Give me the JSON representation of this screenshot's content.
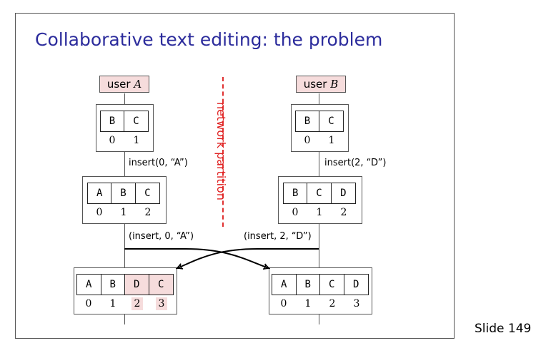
{
  "slide": {
    "title": "Collaborative text editing: the problem",
    "number_label": "Slide 149"
  },
  "partition_label": "network partition",
  "users": {
    "a": {
      "prefix": "user",
      "var": "A"
    },
    "b": {
      "prefix": "user",
      "var": "B"
    }
  },
  "docs": {
    "a1": {
      "chars": [
        "B",
        "C"
      ],
      "indices": [
        "0",
        "1"
      ]
    },
    "b1": {
      "chars": [
        "B",
        "C"
      ],
      "indices": [
        "0",
        "1"
      ]
    },
    "a2": {
      "chars": [
        "A",
        "B",
        "C"
      ],
      "indices": [
        "0",
        "1",
        "2"
      ]
    },
    "b2": {
      "chars": [
        "B",
        "C",
        "D"
      ],
      "indices": [
        "0",
        "1",
        "2"
      ]
    },
    "a3": {
      "chars": [
        "A",
        "B",
        "D",
        "C"
      ],
      "indices": [
        "0",
        "1",
        "2",
        "3"
      ],
      "highlighted": [
        2,
        3
      ]
    },
    "b3": {
      "chars": [
        "A",
        "B",
        "C",
        "D"
      ],
      "indices": [
        "0",
        "1",
        "2",
        "3"
      ],
      "highlighted": []
    }
  },
  "ops": {
    "a_local": "insert(0, “A”)",
    "b_local": "insert(2, “D”)",
    "a_msg": "(insert, 0, “A”)",
    "b_msg": "(insert, 2, “D”)"
  },
  "colors": {
    "title": "#2c2c9c",
    "partition": "#e02020",
    "highlight": "#f6dcdc"
  }
}
